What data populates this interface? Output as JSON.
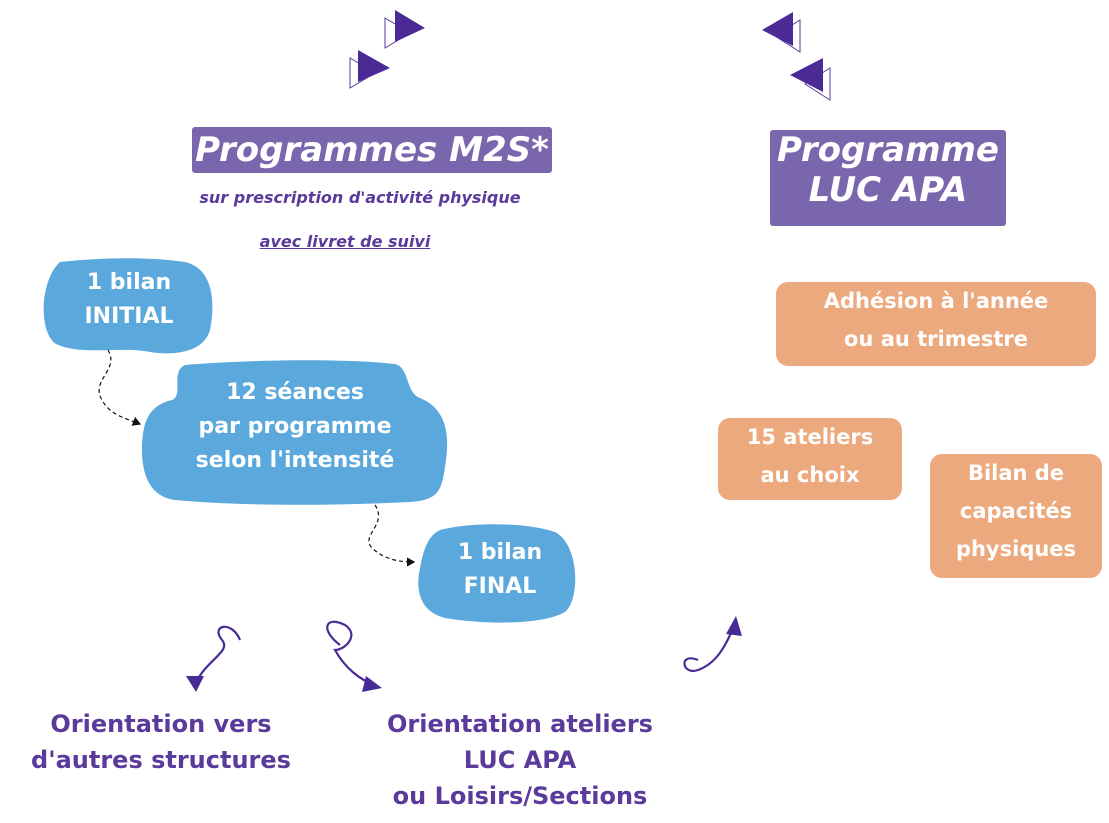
{
  "colors": {
    "purple_box": "#7a66ad",
    "purple_text": "#5a3a9a",
    "blue_blob": "#5ba8dd",
    "orange_box": "#eca97d",
    "arrow": "#3d2d8a"
  },
  "left_program": {
    "title": "Programmes M2S*",
    "subtitle": "sur prescription d'activité physique",
    "subtitle2": "avec livret de suivi",
    "steps": [
      {
        "line1": "1 bilan",
        "line2": "INITIAL"
      },
      {
        "line1": "12 séances",
        "line2": "par programme",
        "line3": "selon l'intensité"
      },
      {
        "line1": "1 bilan",
        "line2": "FINAL"
      }
    ]
  },
  "right_program": {
    "title_line1": "Programme",
    "title_line2": "LUC APA",
    "boxes": [
      {
        "line1": "Adhésion à l'année",
        "line2": "ou au trimestre"
      },
      {
        "line1": "15 ateliers",
        "line2": "au choix"
      },
      {
        "line1": "Bilan de",
        "line2": "capacités",
        "line3": "physiques"
      }
    ]
  },
  "orientations": [
    {
      "line1": "Orientation vers",
      "line2": "d'autres structures"
    },
    {
      "line1": "Orientation ateliers",
      "line2": "LUC APA",
      "line3": "ou Loisirs/Sections"
    }
  ],
  "icons": [
    "triangle-cluster-icon",
    "triangle-cluster-icon",
    "curly-arrow-icon",
    "dashed-arrow-icon"
  ]
}
